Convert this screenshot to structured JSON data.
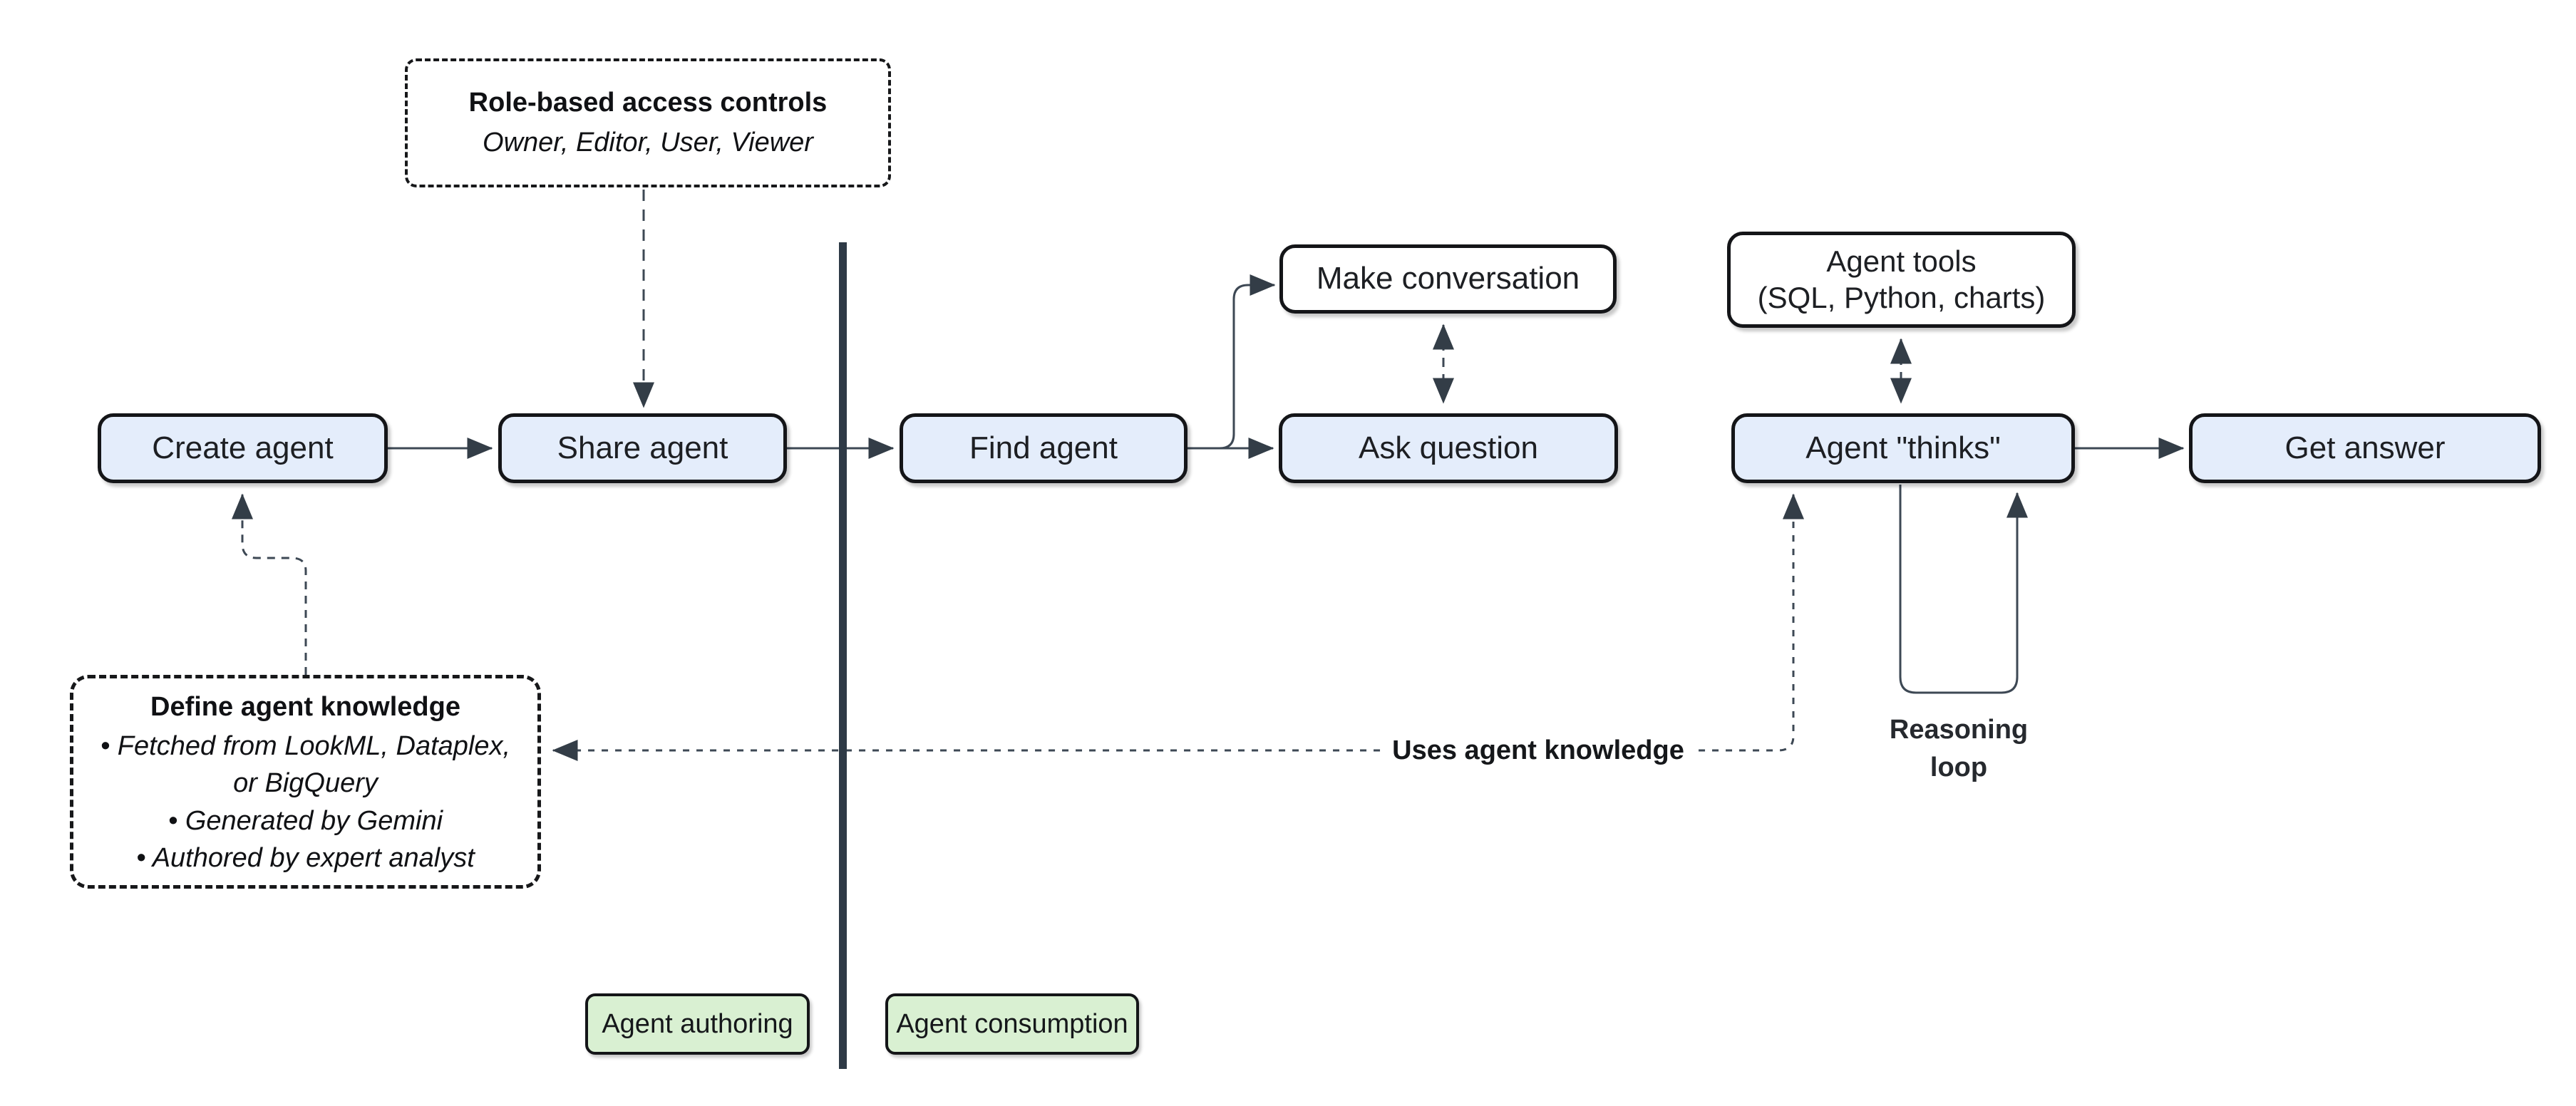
{
  "nodes": {
    "create_agent": {
      "label": "Create agent"
    },
    "share_agent": {
      "label": "Share agent"
    },
    "find_agent": {
      "label": "Find agent"
    },
    "make_conversation": {
      "label": "Make conversation"
    },
    "ask_question": {
      "label": "Ask question"
    },
    "agent_tools": {
      "line1": "Agent tools",
      "line2": "(SQL, Python, charts)"
    },
    "agent_thinks": {
      "label": "Agent \"thinks\""
    },
    "get_answer": {
      "label": "Get answer"
    }
  },
  "callouts": {
    "role_based_access": {
      "title": "Role-based access controls",
      "subtitle": "Owner, Editor, User, Viewer"
    },
    "define_agent_knowledge": {
      "title": "Define agent knowledge",
      "bullets": [
        "• Fetched from LookML, Dataplex, or BigQuery",
        "• Generated by Gemini",
        "• Authored by expert analyst"
      ]
    }
  },
  "edge_labels": {
    "uses_agent_knowledge": "Uses agent knowledge",
    "reasoning_loop_line1": "Reasoning",
    "reasoning_loop_line2": "loop"
  },
  "zone_labels": {
    "authoring": "Agent authoring",
    "consumption": "Agent consumption"
  },
  "colors": {
    "node_fill_blue": "#e4edfb",
    "node_fill_white": "#ffffff",
    "node_border": "#141518",
    "zone_fill_green": "#d9f0d2",
    "divider": "#2e3a46",
    "connector": "#3d4854",
    "arrowhead": "#333d47",
    "text": "#1d1f23",
    "background": "#ffffff"
  }
}
